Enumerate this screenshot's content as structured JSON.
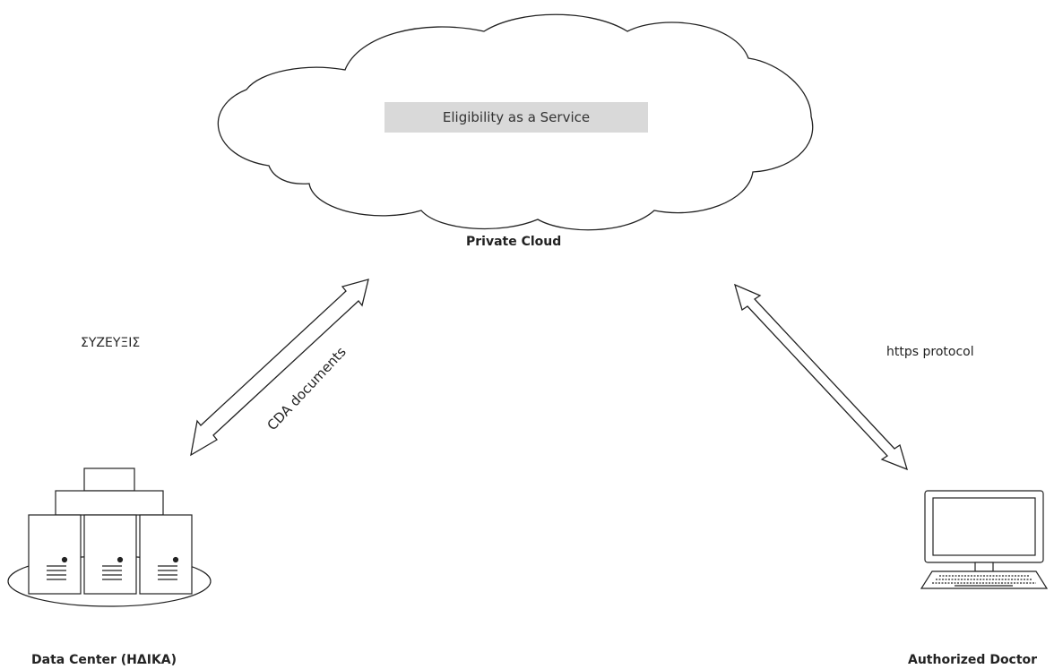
{
  "cloud": {
    "service_label": "Eligibility as a Service",
    "caption": "Private Cloud"
  },
  "links": {
    "left_annotation": "ΣΥΖΕΥΞΙΣ",
    "left_arrow_label": "CDA documents",
    "right_annotation": "https protocol"
  },
  "nodes": {
    "data_center_caption": "Data Center (ΗΔΙΚΑ)",
    "doctor_caption": "Authorized Doctor"
  }
}
